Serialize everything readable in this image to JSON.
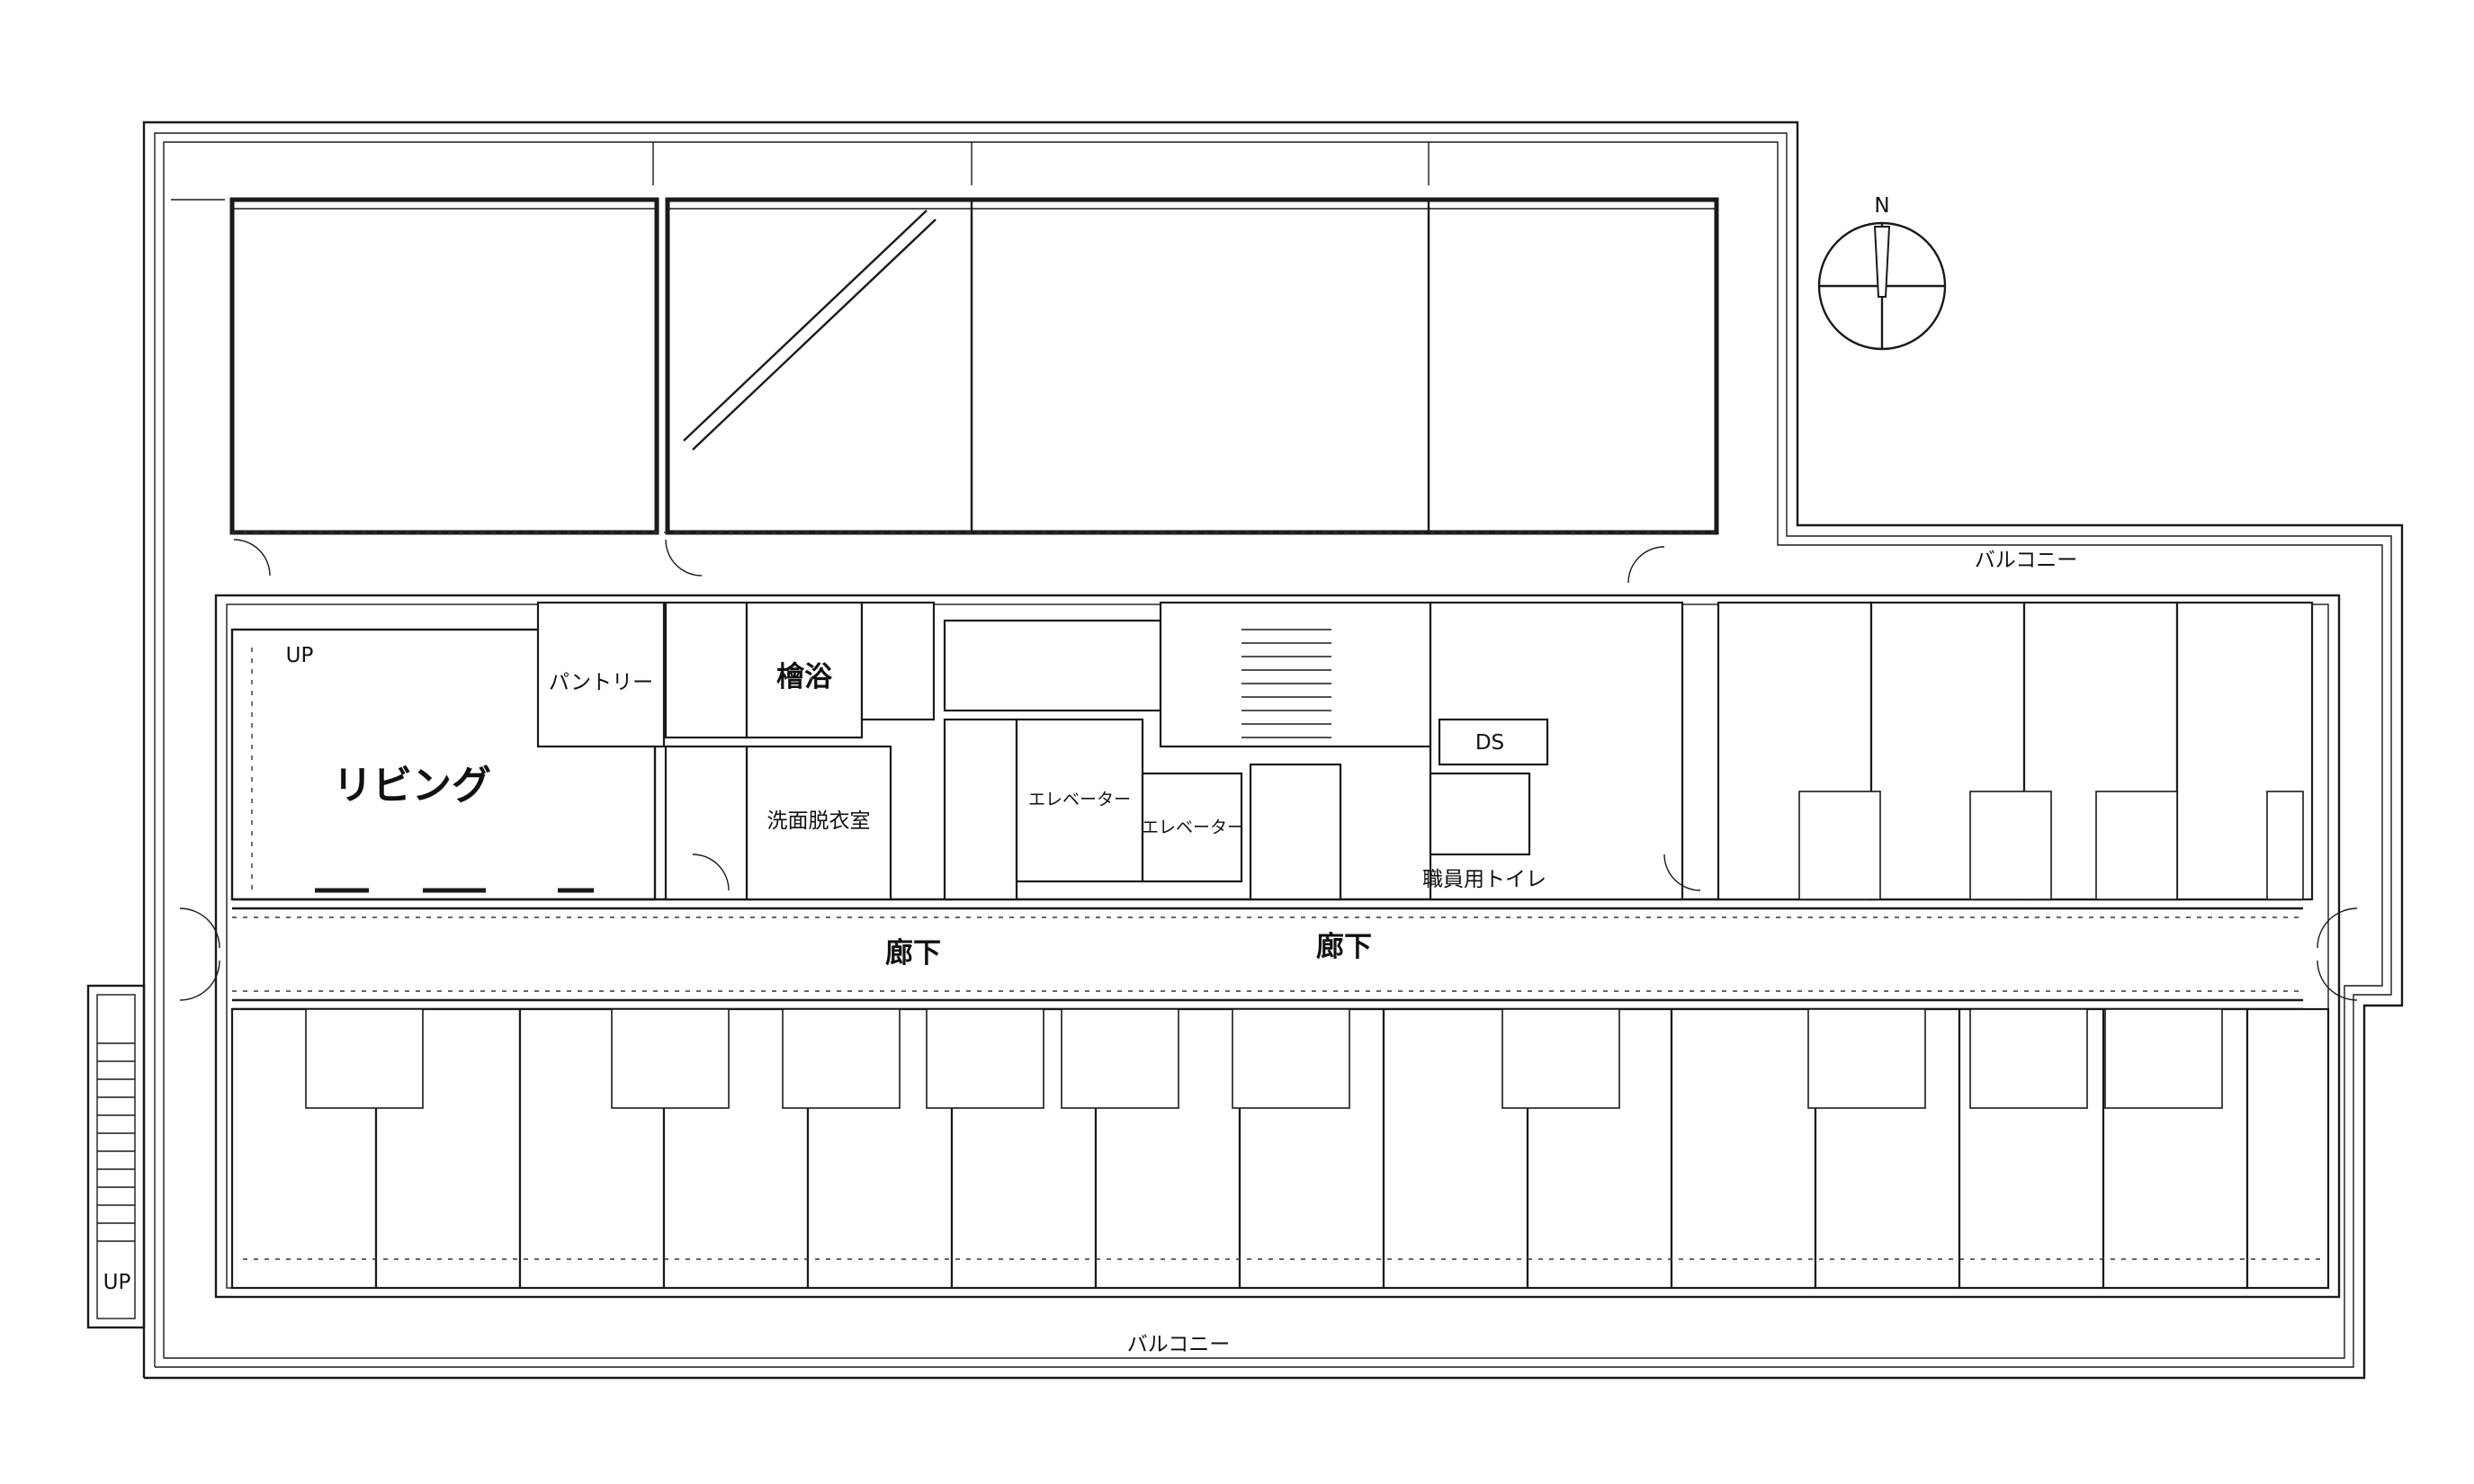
{
  "compass": {
    "north_label": "N"
  },
  "rooms": {
    "living": "リビング",
    "pantry": "パントリー",
    "cypress_bath": "檜浴",
    "dressing_room": "洗面脱衣室",
    "elevator_1": "エレベーター",
    "elevator_2": "エレベーター",
    "ds": "DS",
    "staff_toilet": "職員用トイレ",
    "corridor_1": "廊下",
    "corridor_2": "廊下"
  },
  "balcony": {
    "north": "バルコニー",
    "south": "バルコニー"
  },
  "stairs": {
    "up_west": "UP",
    "up_stair": "UP"
  }
}
